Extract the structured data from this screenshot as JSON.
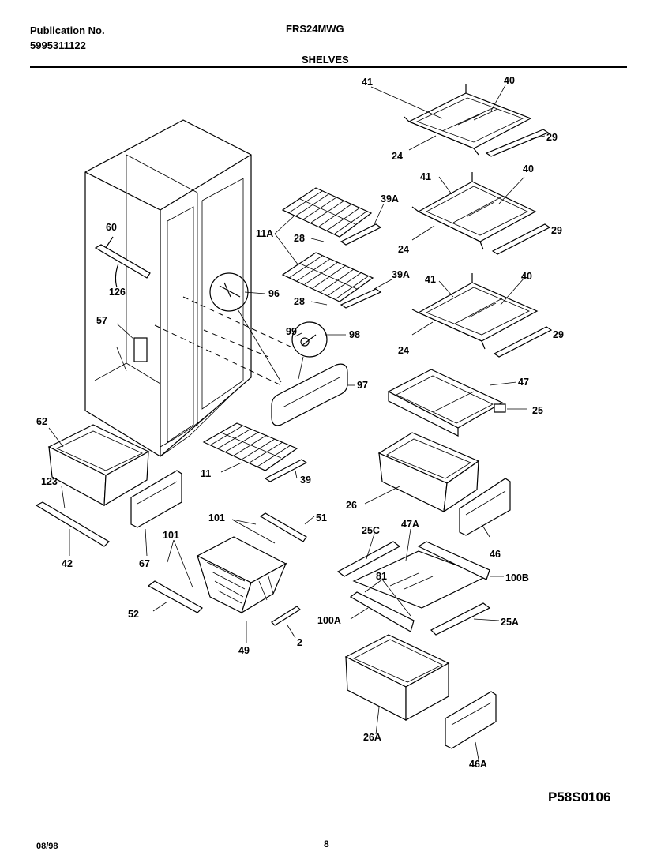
{
  "header": {
    "publication_label": "Publication No.",
    "publication_number": "5995311122",
    "model": "FRS24MWG",
    "section": "SHELVES"
  },
  "footer": {
    "date": "08/98",
    "page": "8",
    "diagram_code": "P58S0106"
  },
  "callouts": {
    "c41a": "41",
    "c40a": "40",
    "c24a": "24",
    "c29a": "29",
    "c41b": "41",
    "c40b": "40",
    "c24b": "24",
    "c29b": "29",
    "c41c": "41",
    "c40c": "40",
    "c24c": "24",
    "c29c": "29",
    "c11A": "11A",
    "c28a": "28",
    "c39Aa": "39A",
    "c28b": "28",
    "c39Ab": "39A",
    "c60": "60",
    "c126": "126",
    "c57": "57",
    "c96": "96",
    "c99": "99",
    "c98": "98",
    "c97": "97",
    "c47": "47",
    "c25": "25",
    "c62": "62",
    "c11": "11",
    "c39": "39",
    "c123": "123",
    "c26": "26",
    "c46": "46",
    "c101a": "101",
    "c51": "51",
    "c101b": "101",
    "c67": "67",
    "c42": "42",
    "c52": "52",
    "c49": "49",
    "c2": "2",
    "c25C": "25C",
    "c47A": "47A",
    "c81": "81",
    "c100B": "100B",
    "c100A": "100A",
    "c25A": "25A",
    "c26A": "26A",
    "c46A": "46A"
  }
}
